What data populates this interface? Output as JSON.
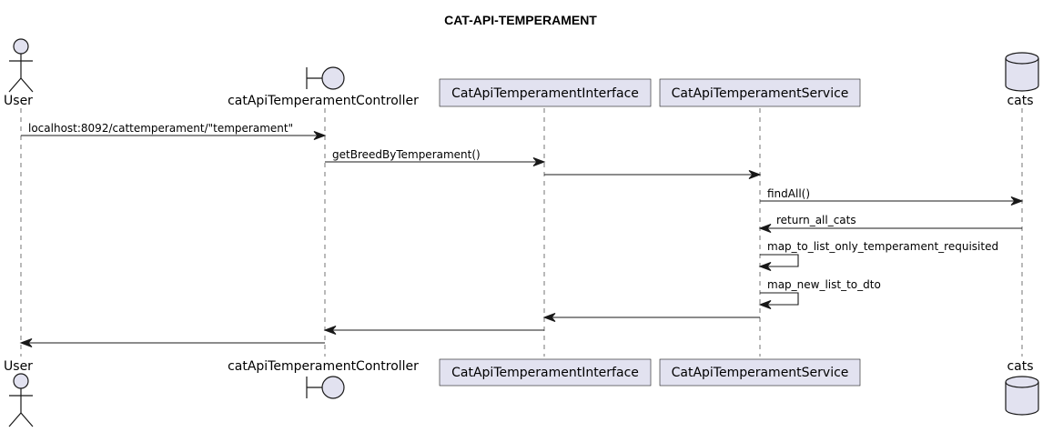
{
  "title": "CAT-API-TEMPERAMENT",
  "colors": {
    "participant_fill": "#E2E2F0",
    "line": "#181818",
    "background": "#FFFFFF"
  },
  "participants": [
    {
      "id": "user",
      "label": "User",
      "shape": "actor"
    },
    {
      "id": "controller",
      "label": "catApiTemperamentController",
      "shape": "boundary"
    },
    {
      "id": "interface",
      "label": "CatApiTemperamentInterface",
      "shape": "participant"
    },
    {
      "id": "service",
      "label": "CatApiTemperamentService",
      "shape": "participant"
    },
    {
      "id": "cats",
      "label": "cats",
      "shape": "database"
    }
  ],
  "messages": [
    {
      "from": "user",
      "to": "controller",
      "label": "localhost:8092/cattemperament/\"temperament\""
    },
    {
      "from": "controller",
      "to": "interface",
      "label": "getBreedByTemperament()"
    },
    {
      "from": "interface",
      "to": "service",
      "label": ""
    },
    {
      "from": "service",
      "to": "cats",
      "label": "findAll()"
    },
    {
      "from": "cats",
      "to": "service",
      "label": "return_all_cats"
    },
    {
      "from": "service",
      "to": "service",
      "label": "map_to_list_only_temperament_requisited"
    },
    {
      "from": "service",
      "to": "service",
      "label": "map_new_list_to_dto"
    },
    {
      "from": "service",
      "to": "interface",
      "label": ""
    },
    {
      "from": "interface",
      "to": "controller",
      "label": ""
    },
    {
      "from": "controller",
      "to": "user",
      "label": ""
    }
  ]
}
